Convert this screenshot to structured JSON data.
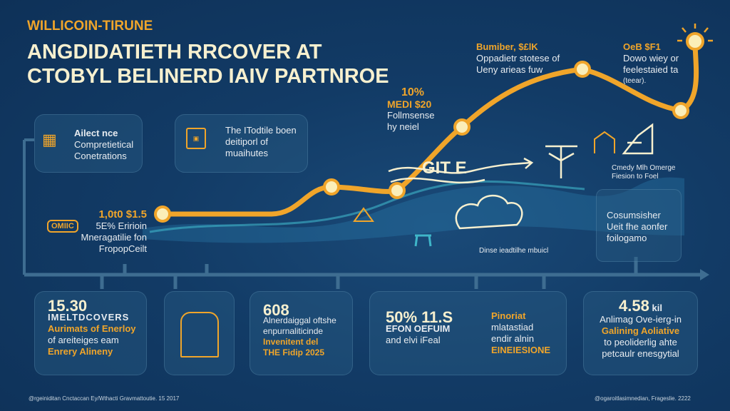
{
  "title": {
    "kicker": "WILLICOIN-TIRUNE",
    "line1": "ANGDIDATIETH RRCOVER AT",
    "line2": "CTOBYL BELINERD IAIV PARTNROE"
  },
  "top_cards": [
    {
      "title": "Ailect nce",
      "line1": "Compretietical",
      "line2": "Conetrations"
    },
    {
      "line1": "The ITodtile boen",
      "line2": "deitiporl of",
      "line3": "muaihutes"
    }
  ],
  "milestones": [
    {
      "value": "1,0t0 $1.5",
      "line1": "5E% Eririoin",
      "line2": "Mneragatilie fon",
      "line3": "FropopCeilt",
      "icon_label": "OMIIC"
    },
    {
      "value": "10%",
      "value2": "MEDI $20",
      "line1": "Follmsense",
      "line2": "hy neiel"
    },
    {
      "value": "Bumiber, $£lK",
      "line1": "Oppadietr stotese of",
      "line2": "Ueny arieas fuw"
    },
    {
      "value": "OeB $F1",
      "line1": "Dowo wiey or",
      "line2": "feelestaied ta",
      "line3": "(teear)."
    }
  ],
  "center_label": "GIT E",
  "center_caption": "Dinse ieadtilhe mbuicl",
  "right_caption": {
    "line1": "Cmedy Mlh  Omerge",
    "line2": "Fiesion to Foel"
  },
  "right_card": {
    "line1": "Cosumsisher",
    "line2": "Ueit fhe aonfer",
    "line3": "foilogamo"
  },
  "bottom_cards": [
    {
      "value": "15.30",
      "heading": "IMELTDCOVERS",
      "line1": "Aurimats of Enerloy",
      "line2": "of areiteiges eam",
      "line3": "Enrery Alineny"
    },
    {
      "value": "608",
      "line1": "Alnerdaiggal oftshe",
      "line2": "enpurnaliticinde",
      "line3": "Invenitent del",
      "line4": "THE Fidip 2025"
    },
    {
      "value": "50% 11.S",
      "heading": "EFON OEFUIM",
      "line1": "and elvi iFeal",
      "side_title": "Pinoriat",
      "side1": "mlatastiad",
      "side2": "endir alnin",
      "side3": "EINEIESIONE"
    },
    {
      "value": "4.58",
      "unit": "kil",
      "line1": "Anlimag Ove-ierg-in",
      "line2": "Galining Aoliative",
      "line3": "to peoliderlig ahte",
      "line4": "petcaulr enesgytial"
    }
  ],
  "footer": {
    "left": "@rgeiniditan Cnctaccan Ey/Wthacti Gravmattoutie. 15 2017",
    "right": "@ogaroitlasimnedian, Frageslie. 2222"
  },
  "colors": {
    "background": "#123b66",
    "accent": "#f0a52a",
    "text": "#f7f0cf",
    "teal": "#3fb6c9"
  }
}
